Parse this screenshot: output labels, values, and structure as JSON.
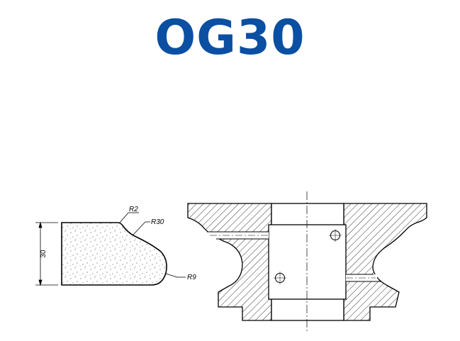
{
  "title": "OG30",
  "colors": {
    "title": "#0b4fa3",
    "line": "#000000"
  },
  "profile": {
    "dimension_height": "30",
    "radius_labels": {
      "r2": "R2",
      "r30": "R30",
      "r9": "R9"
    },
    "fill": "stippled"
  },
  "section": {
    "hatch": "diagonal",
    "centerline": "dash-dot"
  }
}
